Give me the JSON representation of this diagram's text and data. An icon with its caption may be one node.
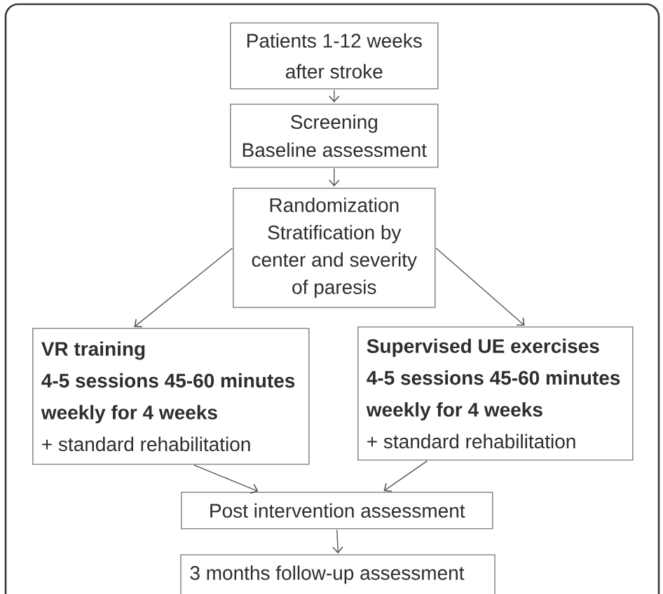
{
  "diagram": {
    "nodes": [
      {
        "text": [
          "Patients 1-12 weeks after stroke"
        ]
      },
      {
        "text": [
          "Screening",
          "Baseline assessment"
        ]
      },
      {
        "text": [
          "Randomization",
          "Stratification by center and severity of paresis"
        ]
      },
      {
        "text": [
          "VR training",
          "4-5 sessions 45-60 minutes weekly for 4 weeks",
          "+ standard rehabilitation"
        ]
      },
      {
        "text": [
          "Supervised UE exercises",
          "4-5 sessions 45-60 minutes weekly for 4 weeks",
          "+ standard rehabilitation"
        ]
      },
      {
        "text": [
          "Post intervention assessment"
        ]
      },
      {
        "text": [
          "3 months follow-up assessment"
        ]
      }
    ],
    "edges": [
      {
        "from": 0,
        "to": 1,
        "arrow": "to"
      },
      {
        "from": 1,
        "to": 2,
        "arrow": "to"
      },
      {
        "from": 2,
        "to": 3,
        "arrow": "to"
      },
      {
        "from": 2,
        "to": 4,
        "arrow": "to"
      },
      {
        "from": 3,
        "to": 5,
        "arrow": "to"
      },
      {
        "from": 4,
        "to": 5,
        "arrow": "to"
      },
      {
        "from": 5,
        "to": 6,
        "arrow": "to"
      }
    ]
  }
}
